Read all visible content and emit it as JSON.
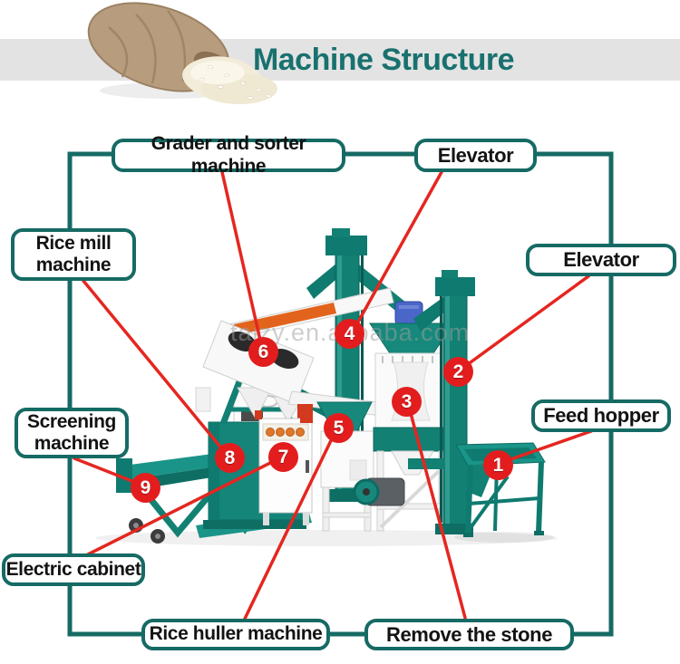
{
  "banner": {
    "title": "Machine Structure"
  },
  "watermark": {
    "text": "taizy.en.alibaba.com"
  },
  "colors": {
    "banner_bg": "#e3e3e3",
    "title_teal": "#19716f",
    "frame_teal": "#166a64",
    "line_red": "#e52620",
    "circle_red": "#e31d1d",
    "machine_teal": "#148578"
  },
  "labels": {
    "grader": "Grader and sorter machine",
    "elevator_top": "Elevator",
    "elevator_right": "Elevator",
    "rice_mill": "Rice mill machine",
    "screening": "Screening machine",
    "feed_hopper": "Feed hopper",
    "electric_cabinet": "Electric cabinet",
    "rice_huller": "Rice huller machine",
    "remove_stone": "Remove the stone"
  },
  "callouts": {
    "n1": "1",
    "n2": "2",
    "n3": "3",
    "n4": "4",
    "n5": "5",
    "n6": "6",
    "n7": "7",
    "n8": "8",
    "n9": "9"
  }
}
